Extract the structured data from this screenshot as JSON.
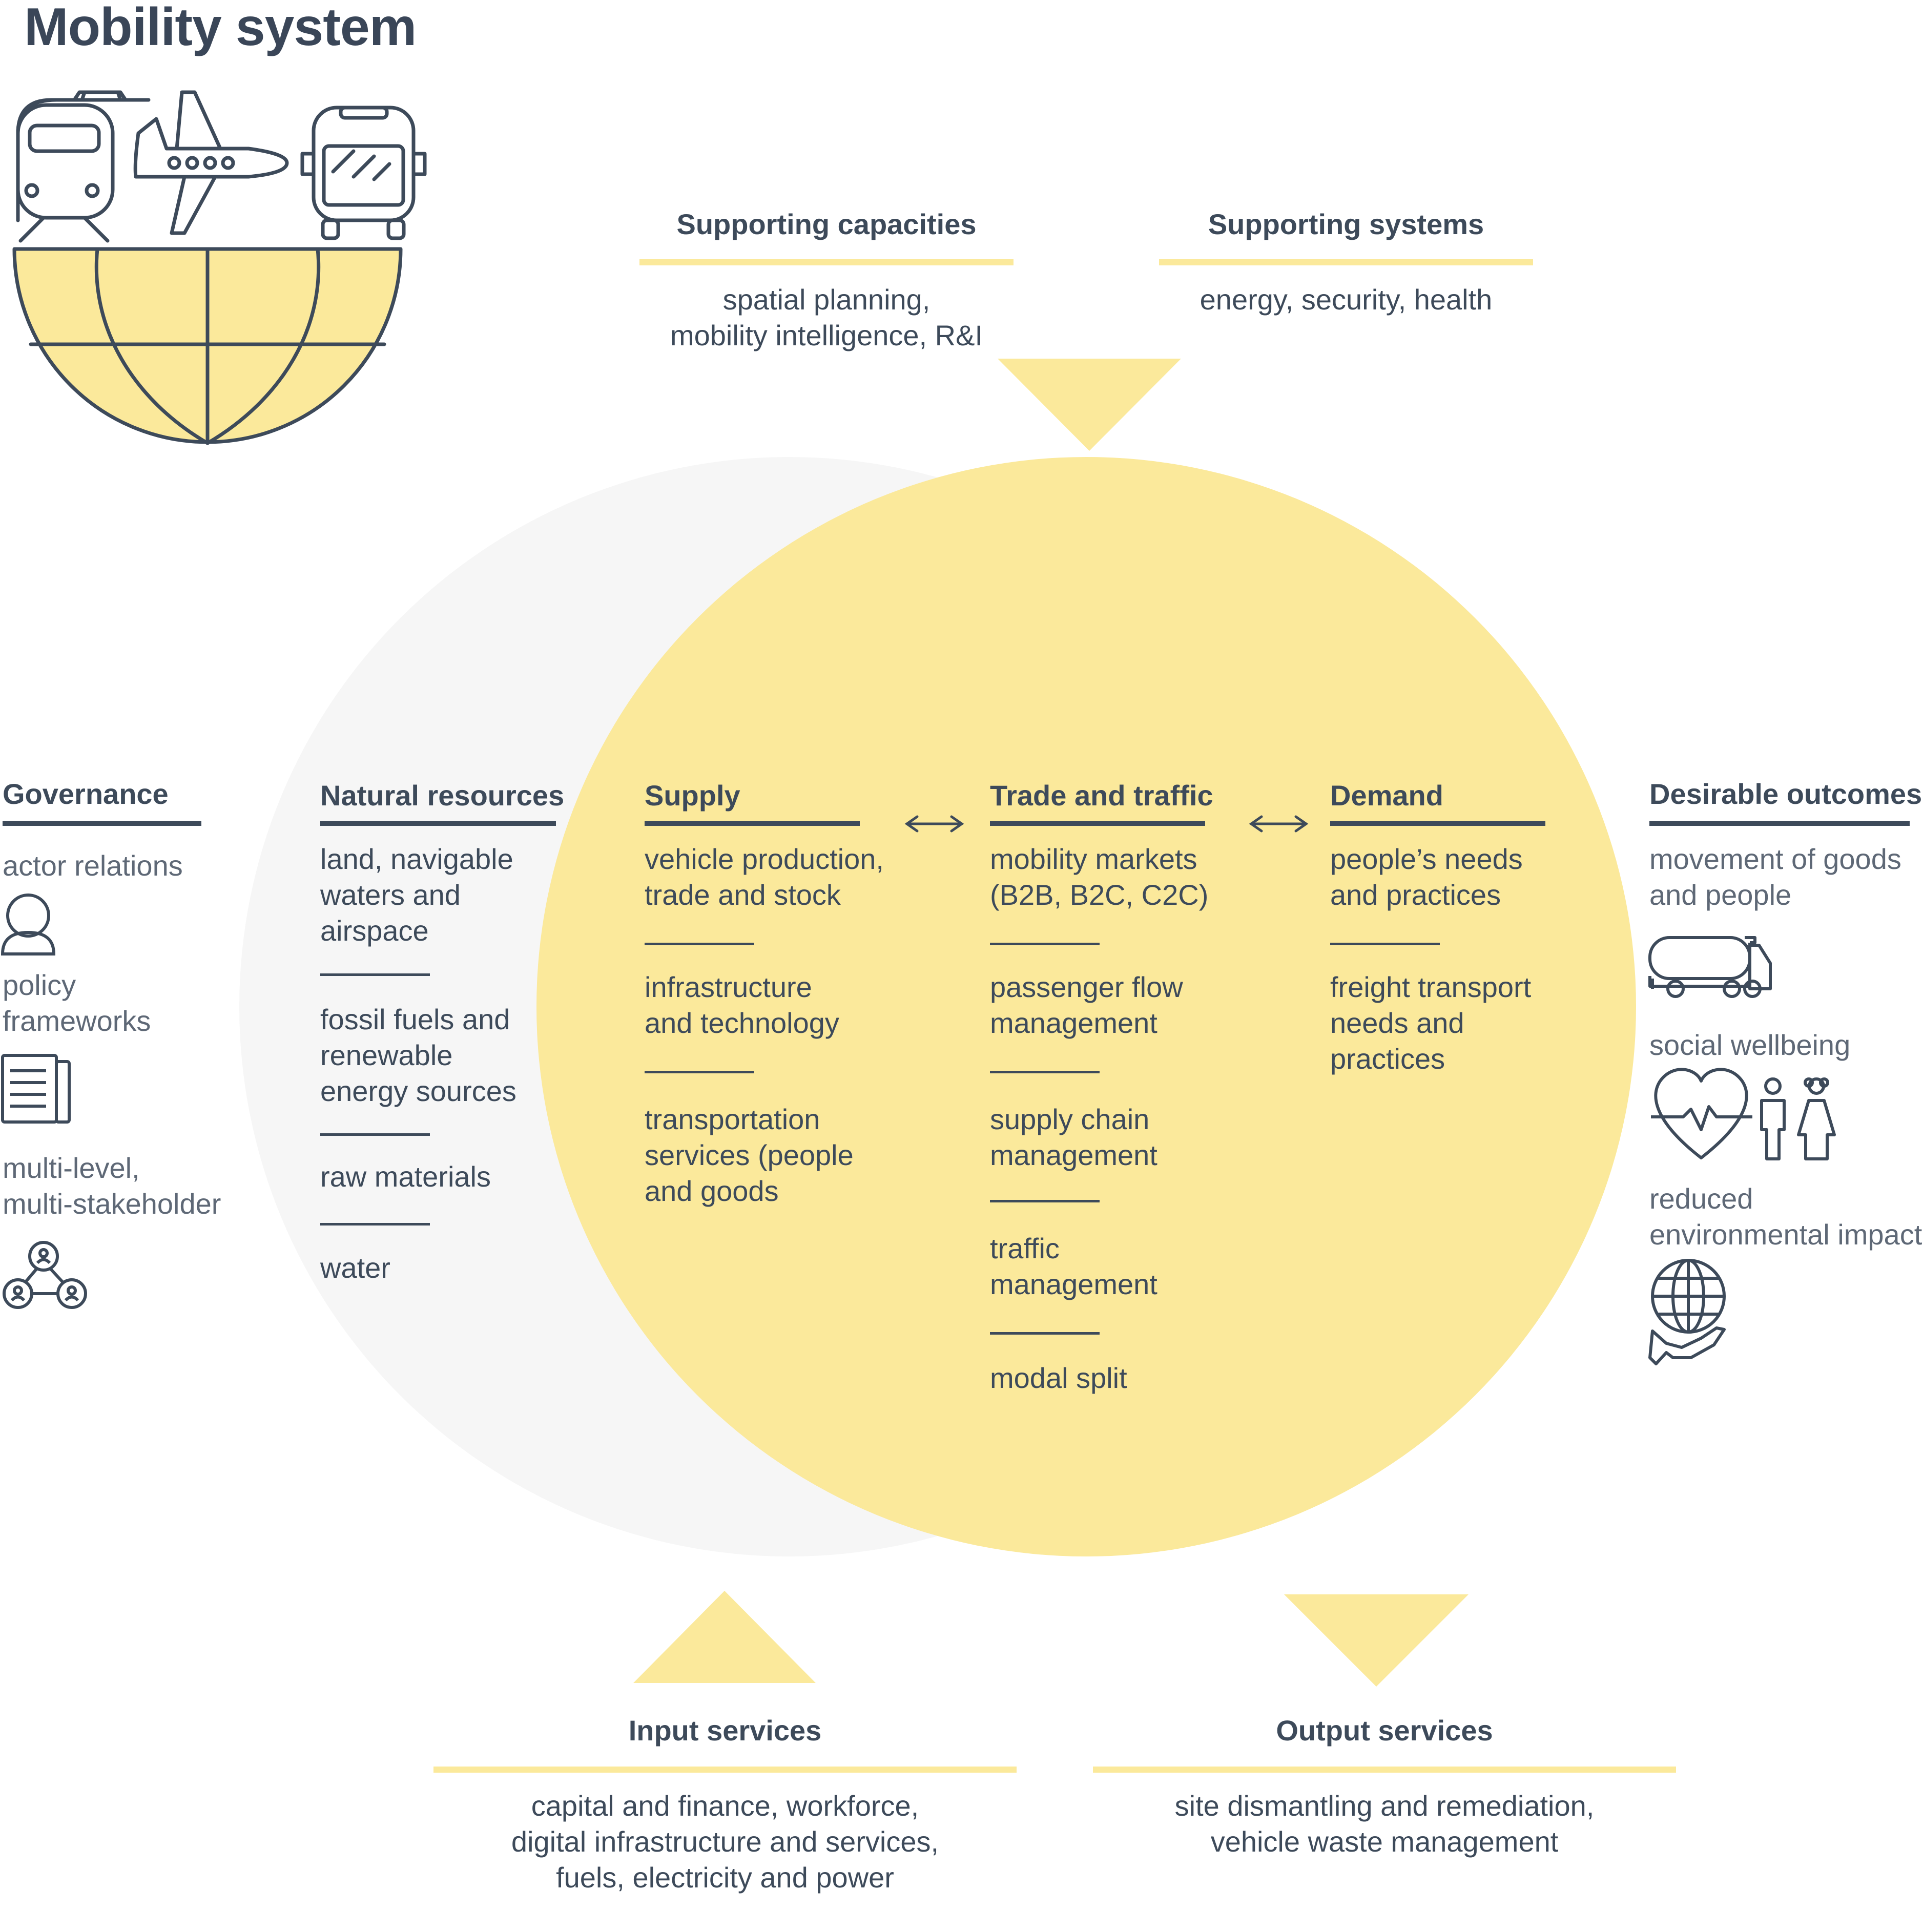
{
  "title": "Mobility system",
  "colors": {
    "yellow": "#fbe99b",
    "grey": "#f6f6f6",
    "dark": "#3d4a5a"
  },
  "supporting_capacities": {
    "heading": "Supporting capacities",
    "text": "spatial planning,\nmobility intelligence, R&I"
  },
  "supporting_systems": {
    "heading": "Supporting systems",
    "text": "energy, security, health"
  },
  "governance": {
    "heading": "Governance",
    "items": [
      {
        "label": "actor relations",
        "icon": "person-icon"
      },
      {
        "label": "policy\nframeworks",
        "icon": "document-icon"
      },
      {
        "label": "multi-level,\nmulti-stakeholder",
        "icon": "network-icon"
      }
    ]
  },
  "natural_resources": {
    "heading": "Natural resources",
    "items": [
      "land, navigable\nwaters and\nairspace",
      "fossil fuels and\nrenewable\nenergy sources",
      "raw materials",
      "water"
    ]
  },
  "supply": {
    "heading": "Supply",
    "items": [
      "vehicle production,\ntrade and stock",
      "infrastructure\nand technology",
      "transportation\nservices (people\nand goods"
    ]
  },
  "trade_traffic": {
    "heading": "Trade and traffic",
    "items": [
      "mobility markets\n(B2B, B2C, C2C)",
      "passenger flow\nmanagement",
      "supply chain\nmanagement",
      "traffic\nmanagement",
      "modal split"
    ]
  },
  "demand": {
    "heading": "Demand",
    "items": [
      "people’s needs\nand practices",
      "freight transport\nneeds and\npractices"
    ]
  },
  "desirable_outcomes": {
    "heading": "Desirable outcomes",
    "items": [
      {
        "label": "movement of goods\nand people",
        "icon": "truck-icon"
      },
      {
        "label": "social wellbeing",
        "icon": "heart-people-icon"
      },
      {
        "label": "reduced\nenvironmental impact",
        "icon": "globe-hand-icon"
      }
    ]
  },
  "input_services": {
    "heading": "Input services",
    "text": "capital and finance, workforce,\ndigital infrastructure and services,\nfuels, electricity and power"
  },
  "output_services": {
    "heading": "Output services",
    "text": "site dismantling and remediation,\nvehicle waste management"
  }
}
